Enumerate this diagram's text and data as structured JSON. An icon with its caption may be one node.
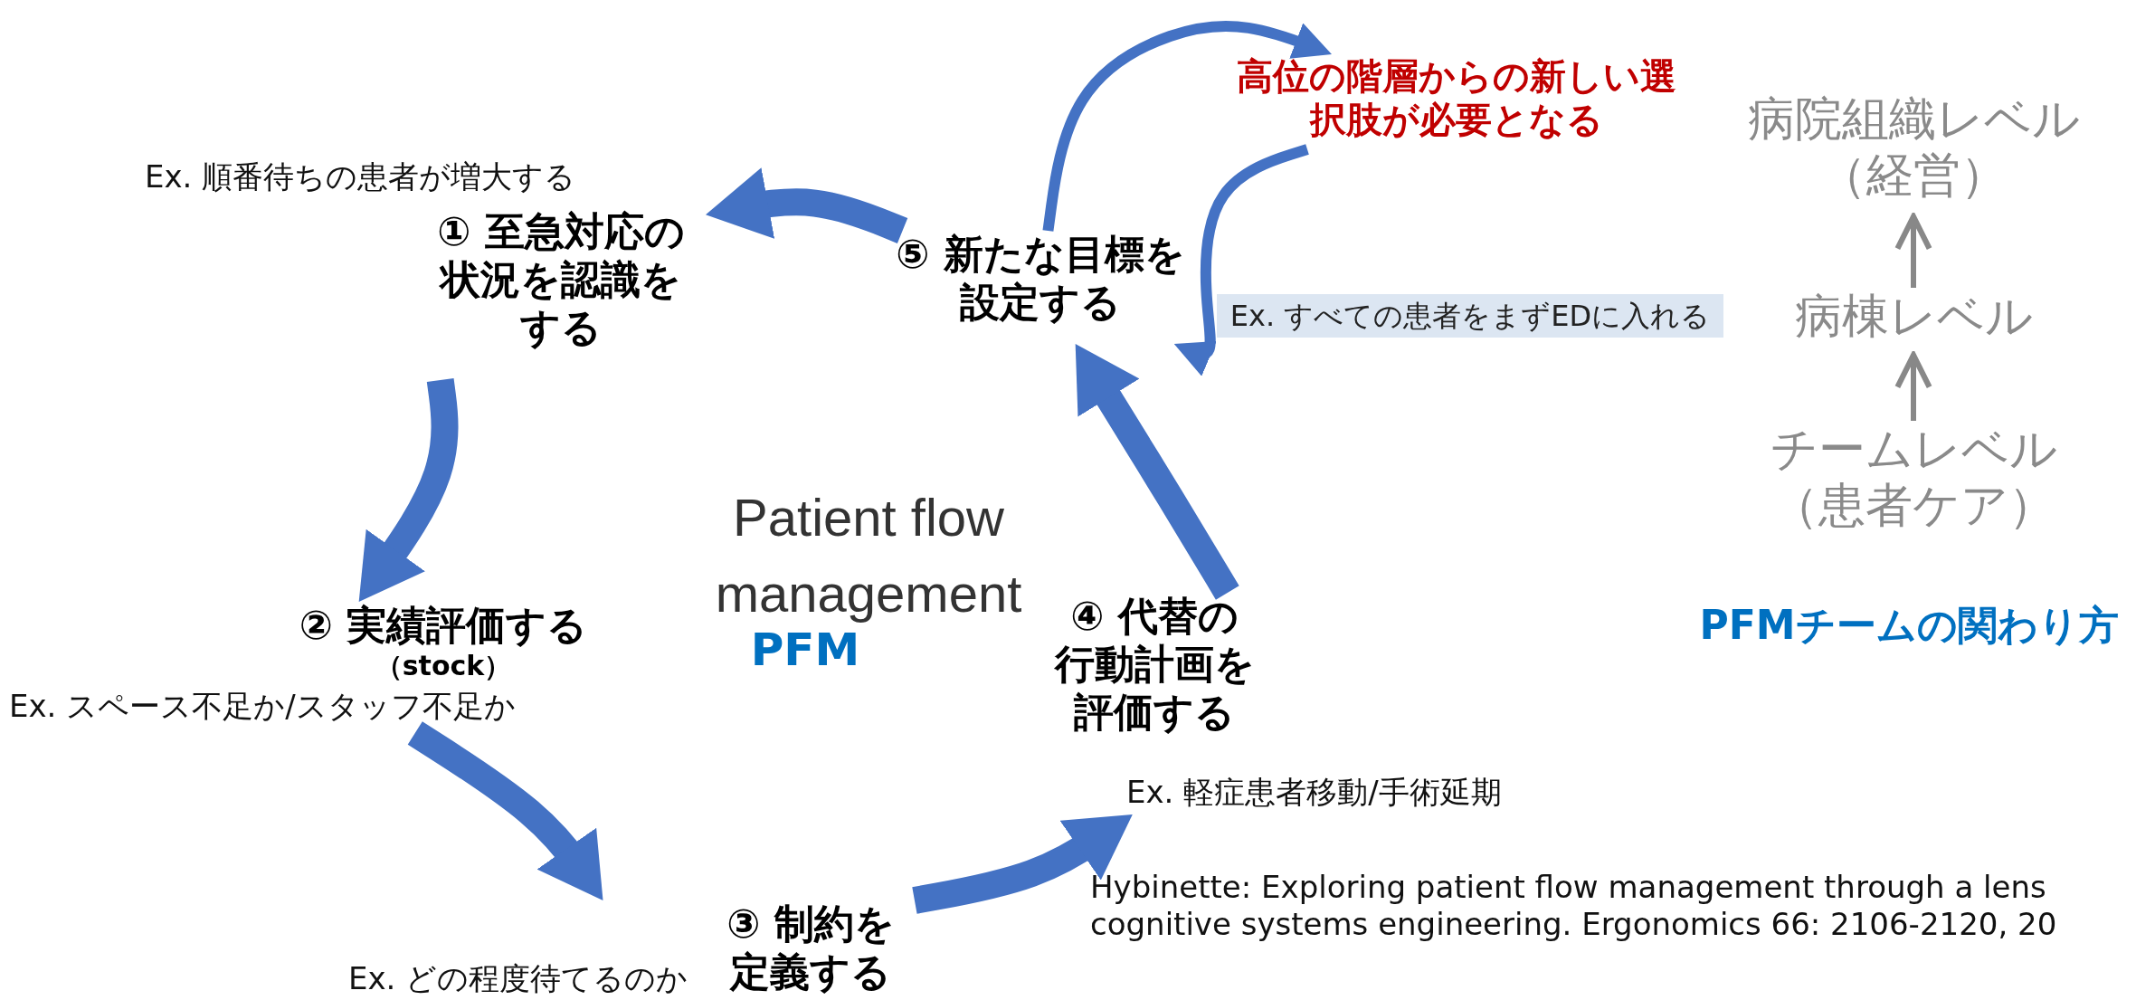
{
  "diagram": {
    "nodes": [
      {
        "text": [
          "① 至急対応の状況を認識をする"
        ],
        "beside": [
          "Ex. 順番待ちの患者が増大する"
        ]
      },
      {
        "text": [
          "② 実績評価する",
          "（stock）"
        ],
        "beside": [
          "Ex. スペース不足か/スタッフ不足か"
        ]
      },
      {
        "text": [
          "③ 制約を定義する"
        ],
        "beside": [
          "Ex. どの程度待てるのか"
        ]
      },
      {
        "text": [
          "④ 代替の行動計画を評価する"
        ],
        "beside": [
          "Ex. 軽症患者移動/手術延期"
        ]
      },
      {
        "text": [
          "⑤ 新たな目標を設定する"
        ]
      },
      {
        "text": [
          "高位の階層からの新しい選択肢が必要となる"
        ]
      },
      {
        "text": [
          "Ex. すべての患者をまずEDに入れる"
        ]
      },
      {
        "text": [
          "病院組織レベル（経営）"
        ]
      },
      {
        "text": [
          "病棟レベル"
        ]
      },
      {
        "text": [
          "チームレベル（患者ケア）"
        ]
      }
    ],
    "edges": [
      {
        "from": 4,
        "to": 0,
        "arrow": "to"
      },
      {
        "from": 0,
        "to": 1,
        "arrow": "to"
      },
      {
        "from": 1,
        "to": 2,
        "arrow": "to"
      },
      {
        "from": 2,
        "to": 3,
        "arrow": "to"
      },
      {
        "from": 3,
        "to": 4,
        "arrow": "to"
      },
      {
        "from": 4,
        "to": 5,
        "arrow": "to"
      },
      {
        "from": 5,
        "to": 4,
        "arrow": "to"
      },
      {
        "from": 9,
        "to": 8,
        "arrow": "to",
        "color": "#888888"
      },
      {
        "from": 8,
        "to": 7,
        "arrow": "to",
        "color": "#888888"
      }
    ],
    "labels": [
      "Patient flow management",
      "PFM",
      "PFMチームの関わり方",
      "Hybinette: Exploring patient flow management through a lens cognitive systems engineering. Ergonomics 66: 2106-2120, 20"
    ]
  }
}
